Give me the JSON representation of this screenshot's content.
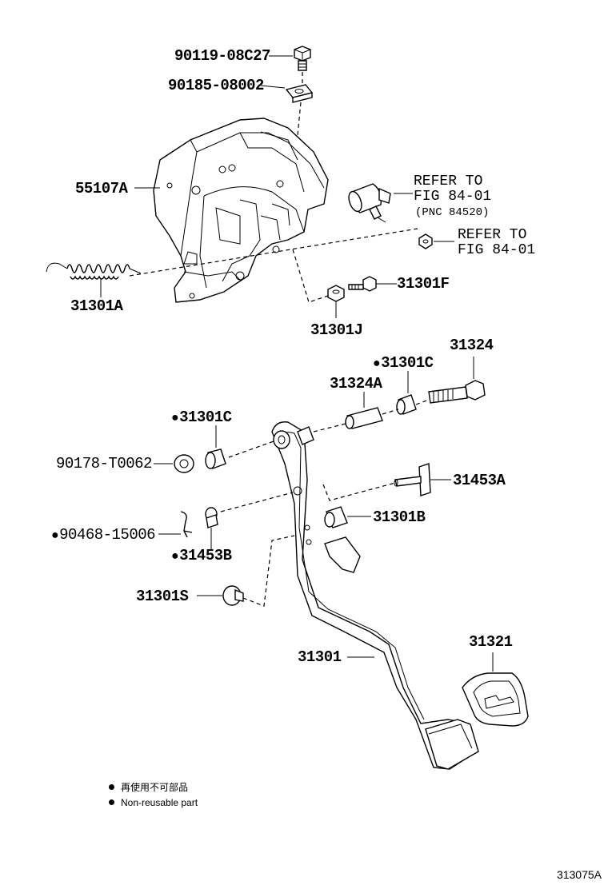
{
  "labels": {
    "bolt_top": "90119-08C27",
    "nut_top": "90185-08002",
    "bracket": "55107A",
    "spring": "31301A",
    "refer1_line1": "REFER TO",
    "refer1_line2": "FIG 84-01",
    "refer1_pnc": "(PNC 84520)",
    "refer2_line1": "REFER TO",
    "refer2_line2": "FIG 84-01",
    "bolt_f": "31301F",
    "nut_j": "31301J",
    "bolt_31324": "31324",
    "bush_c_upper": "31301C",
    "collar": "31324A",
    "bush_c_left": "31301C",
    "nut_t0062": "90178-T0062",
    "pin_a": "31453A",
    "stopper_b": "31301B",
    "clip": "90468-15006",
    "pin_b": "31453B",
    "cushion_s": "31301S",
    "pedal": "31301",
    "pad": "31321"
  },
  "non_reusable_marker": "●",
  "legend": {
    "jp": "再使用不可部品",
    "en": "Non-reusable part"
  },
  "figure_number": "313075A"
}
